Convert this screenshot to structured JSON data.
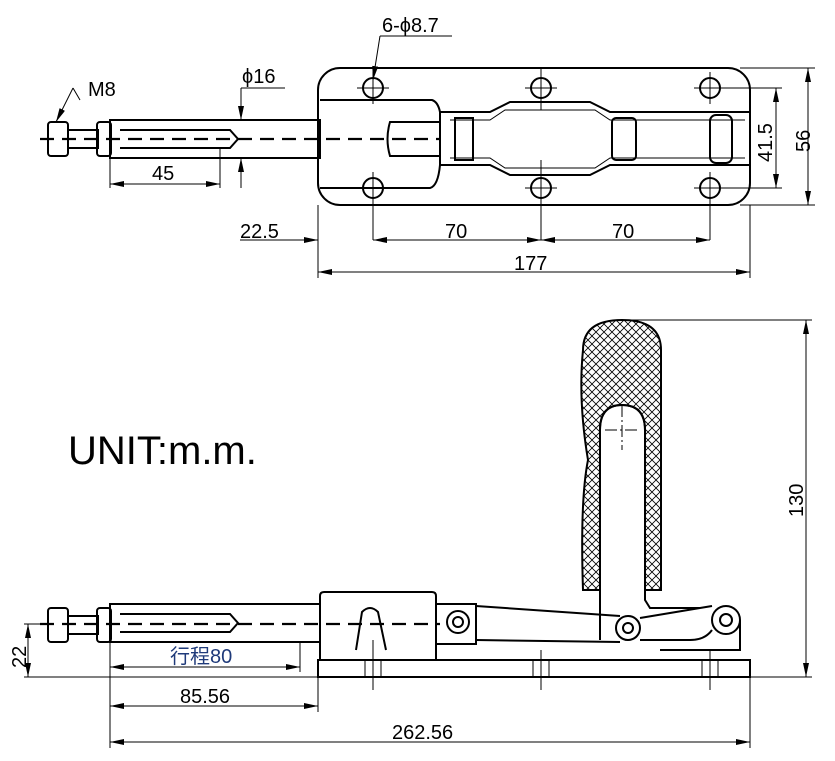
{
  "top_view": {
    "thread_label": "M8",
    "rod_diameter_label": "ϕ16",
    "holes_label": "6-ϕ8.7",
    "dim_45": "45",
    "dim_22_5": "22.5",
    "dim_70_a": "70",
    "dim_70_b": "70",
    "dim_177": "177",
    "dim_41_5": "41.5",
    "dim_56": "56"
  },
  "side_view": {
    "unit_label": "UNIT:m.m.",
    "dim_22": "22",
    "stroke_label": "行程80",
    "dim_85_56": "85.56",
    "dim_262_56": "262.56",
    "dim_130": "130"
  }
}
